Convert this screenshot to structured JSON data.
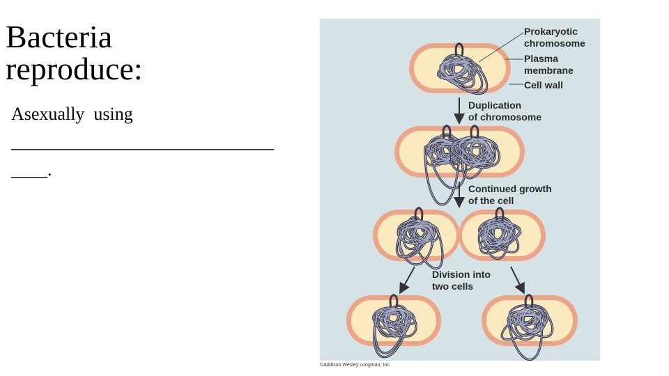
{
  "slide": {
    "title_line1": "Bacteria",
    "title_line2": "reproduce:",
    "body_line1": "Asexually  using",
    "body_line2": "_____________________________",
    "body_line3": "____."
  },
  "diagram": {
    "labels": {
      "prokaryotic_1": "Prokaryotic",
      "prokaryotic_2": "chromosome",
      "plasma_1": "Plasma",
      "plasma_2": "membrane",
      "cell_wall": "Cell wall",
      "duplication_1": "Duplication",
      "duplication_2": "of chromosome",
      "growth_1": "Continued growth",
      "growth_2": "of the cell",
      "division_1": "Division into",
      "division_2": "two cells"
    },
    "copyright": "©Addison Wesley Longman, Inc.",
    "colors": {
      "background": "#d5e2e6",
      "cell_wall": "#eba588",
      "cytoplasm": "#fbe9bf",
      "chromosome": "#3a3a4e",
      "arrow": "#333333"
    }
  }
}
